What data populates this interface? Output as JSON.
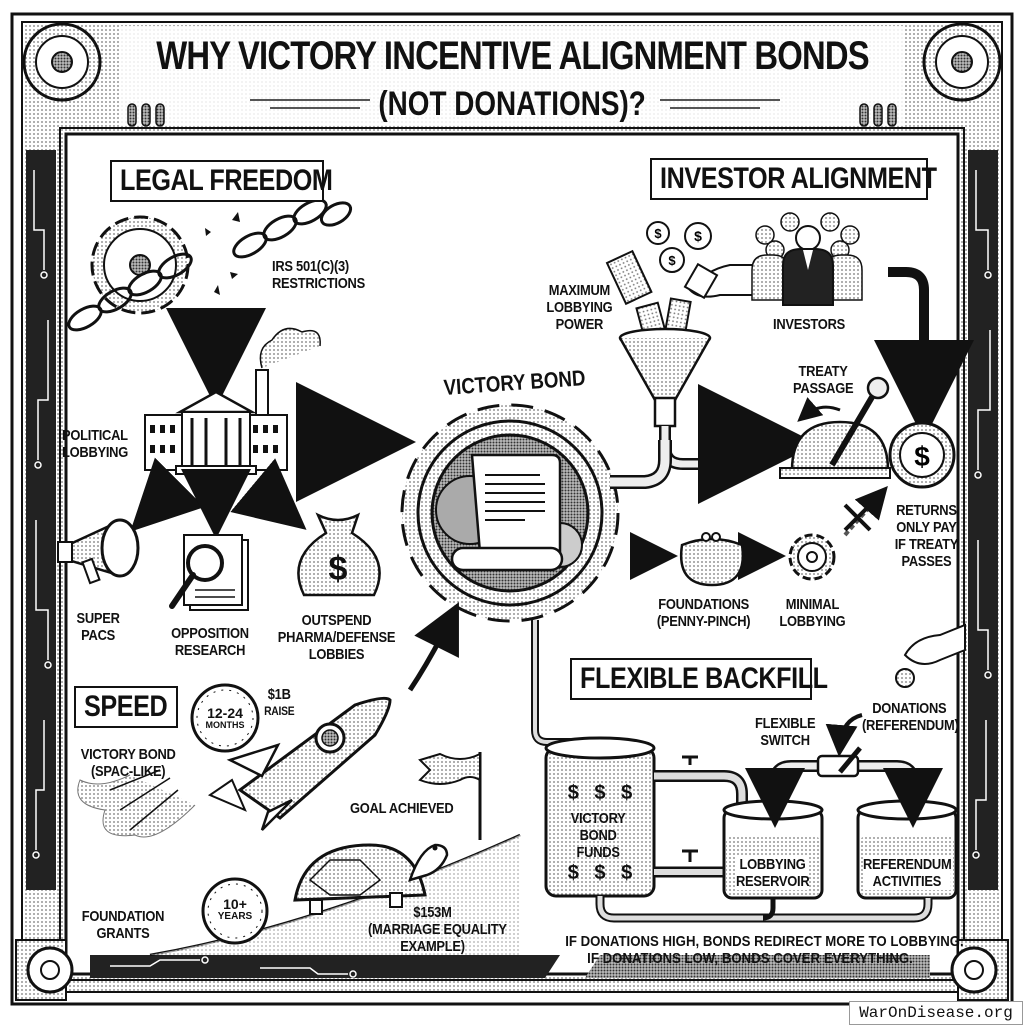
{
  "title": {
    "line1": "WHY VICTORY INCENTIVE ALIGNMENT BONDS",
    "line2": "(NOT DONATIONS)?"
  },
  "sections": {
    "legal_freedom": {
      "heading": "LEGAL FREEDOM",
      "restriction_label": [
        "IRS 501(c)(3)",
        "RESTRICTIONS"
      ],
      "lobbying_label": [
        "POLITICAL",
        "LOBBYING"
      ],
      "outcomes": [
        {
          "lines": [
            "SUPER",
            "PACs"
          ],
          "icon": "megaphone-icon"
        },
        {
          "lines": [
            "OPPOSITION",
            "RESEARCH"
          ],
          "icon": "magnifier-document-icon"
        },
        {
          "lines": [
            "OUTSPEND",
            "PHARMA/DEFENSE",
            "LOBBIES"
          ],
          "icon": "money-bag-icon"
        }
      ]
    },
    "center": {
      "label": "VICTORY BOND"
    },
    "investor_alignment": {
      "heading": "INVESTOR ALIGNMENT",
      "max_power_label": [
        "MAXIMUM",
        "LOBBYING",
        "POWER"
      ],
      "investors_label": "INVESTORS",
      "treaty_label": [
        "TREATY",
        "PASSAGE"
      ],
      "returns_label": [
        "RETURNS",
        "ONLY PAY",
        "IF TREATY",
        "PASSES"
      ],
      "foundations_label": [
        "FOUNDATIONS",
        "(PENNY-PINCH)"
      ],
      "minimal_label": [
        "MINIMAL",
        "LOBBYING"
      ]
    },
    "speed": {
      "heading": "SPEED",
      "bond_label": [
        "VICTORY BOND",
        "(SPAC-LIKE)"
      ],
      "bond_timer": [
        "12-24",
        "MONTHS"
      ],
      "bond_raise": [
        "$1B",
        "RAISE"
      ],
      "goal_label": "GOAL ACHIEVED",
      "foundation_label": [
        "FOUNDATION",
        "GRANTS"
      ],
      "foundation_timer": [
        "10+",
        "YEARS"
      ],
      "foundation_example": [
        "$153M",
        "(MARRIAGE EQUALITY",
        "EXAMPLE)"
      ]
    },
    "flexible_backfill": {
      "heading": "FLEXIBLE BACKFILL",
      "switch_label": [
        "FLEXIBLE",
        "SWITCH"
      ],
      "donations_label": [
        "DONATIONS",
        "(REFERENDUM)"
      ],
      "tank_funds": [
        "VICTORY",
        "BOND",
        "FUNDS"
      ],
      "tank_lobbying": [
        "LOBBYING",
        "RESERVOIR"
      ],
      "tank_referendum": [
        "REFERENDUM",
        "ACTIVITIES"
      ],
      "note": [
        "IF DONATIONS HIGH, BONDS REDIRECT MORE TO LOBBYING.",
        "IF DONATIONS LOW, BONDS COVER EVERYTHING."
      ]
    }
  },
  "footer": {
    "site": "WarOnDisease.org"
  },
  "colors": {
    "ink": "#111111",
    "paper": "#ffffff",
    "halftone": "#9a9a9a"
  },
  "dollar_glyph": "$"
}
